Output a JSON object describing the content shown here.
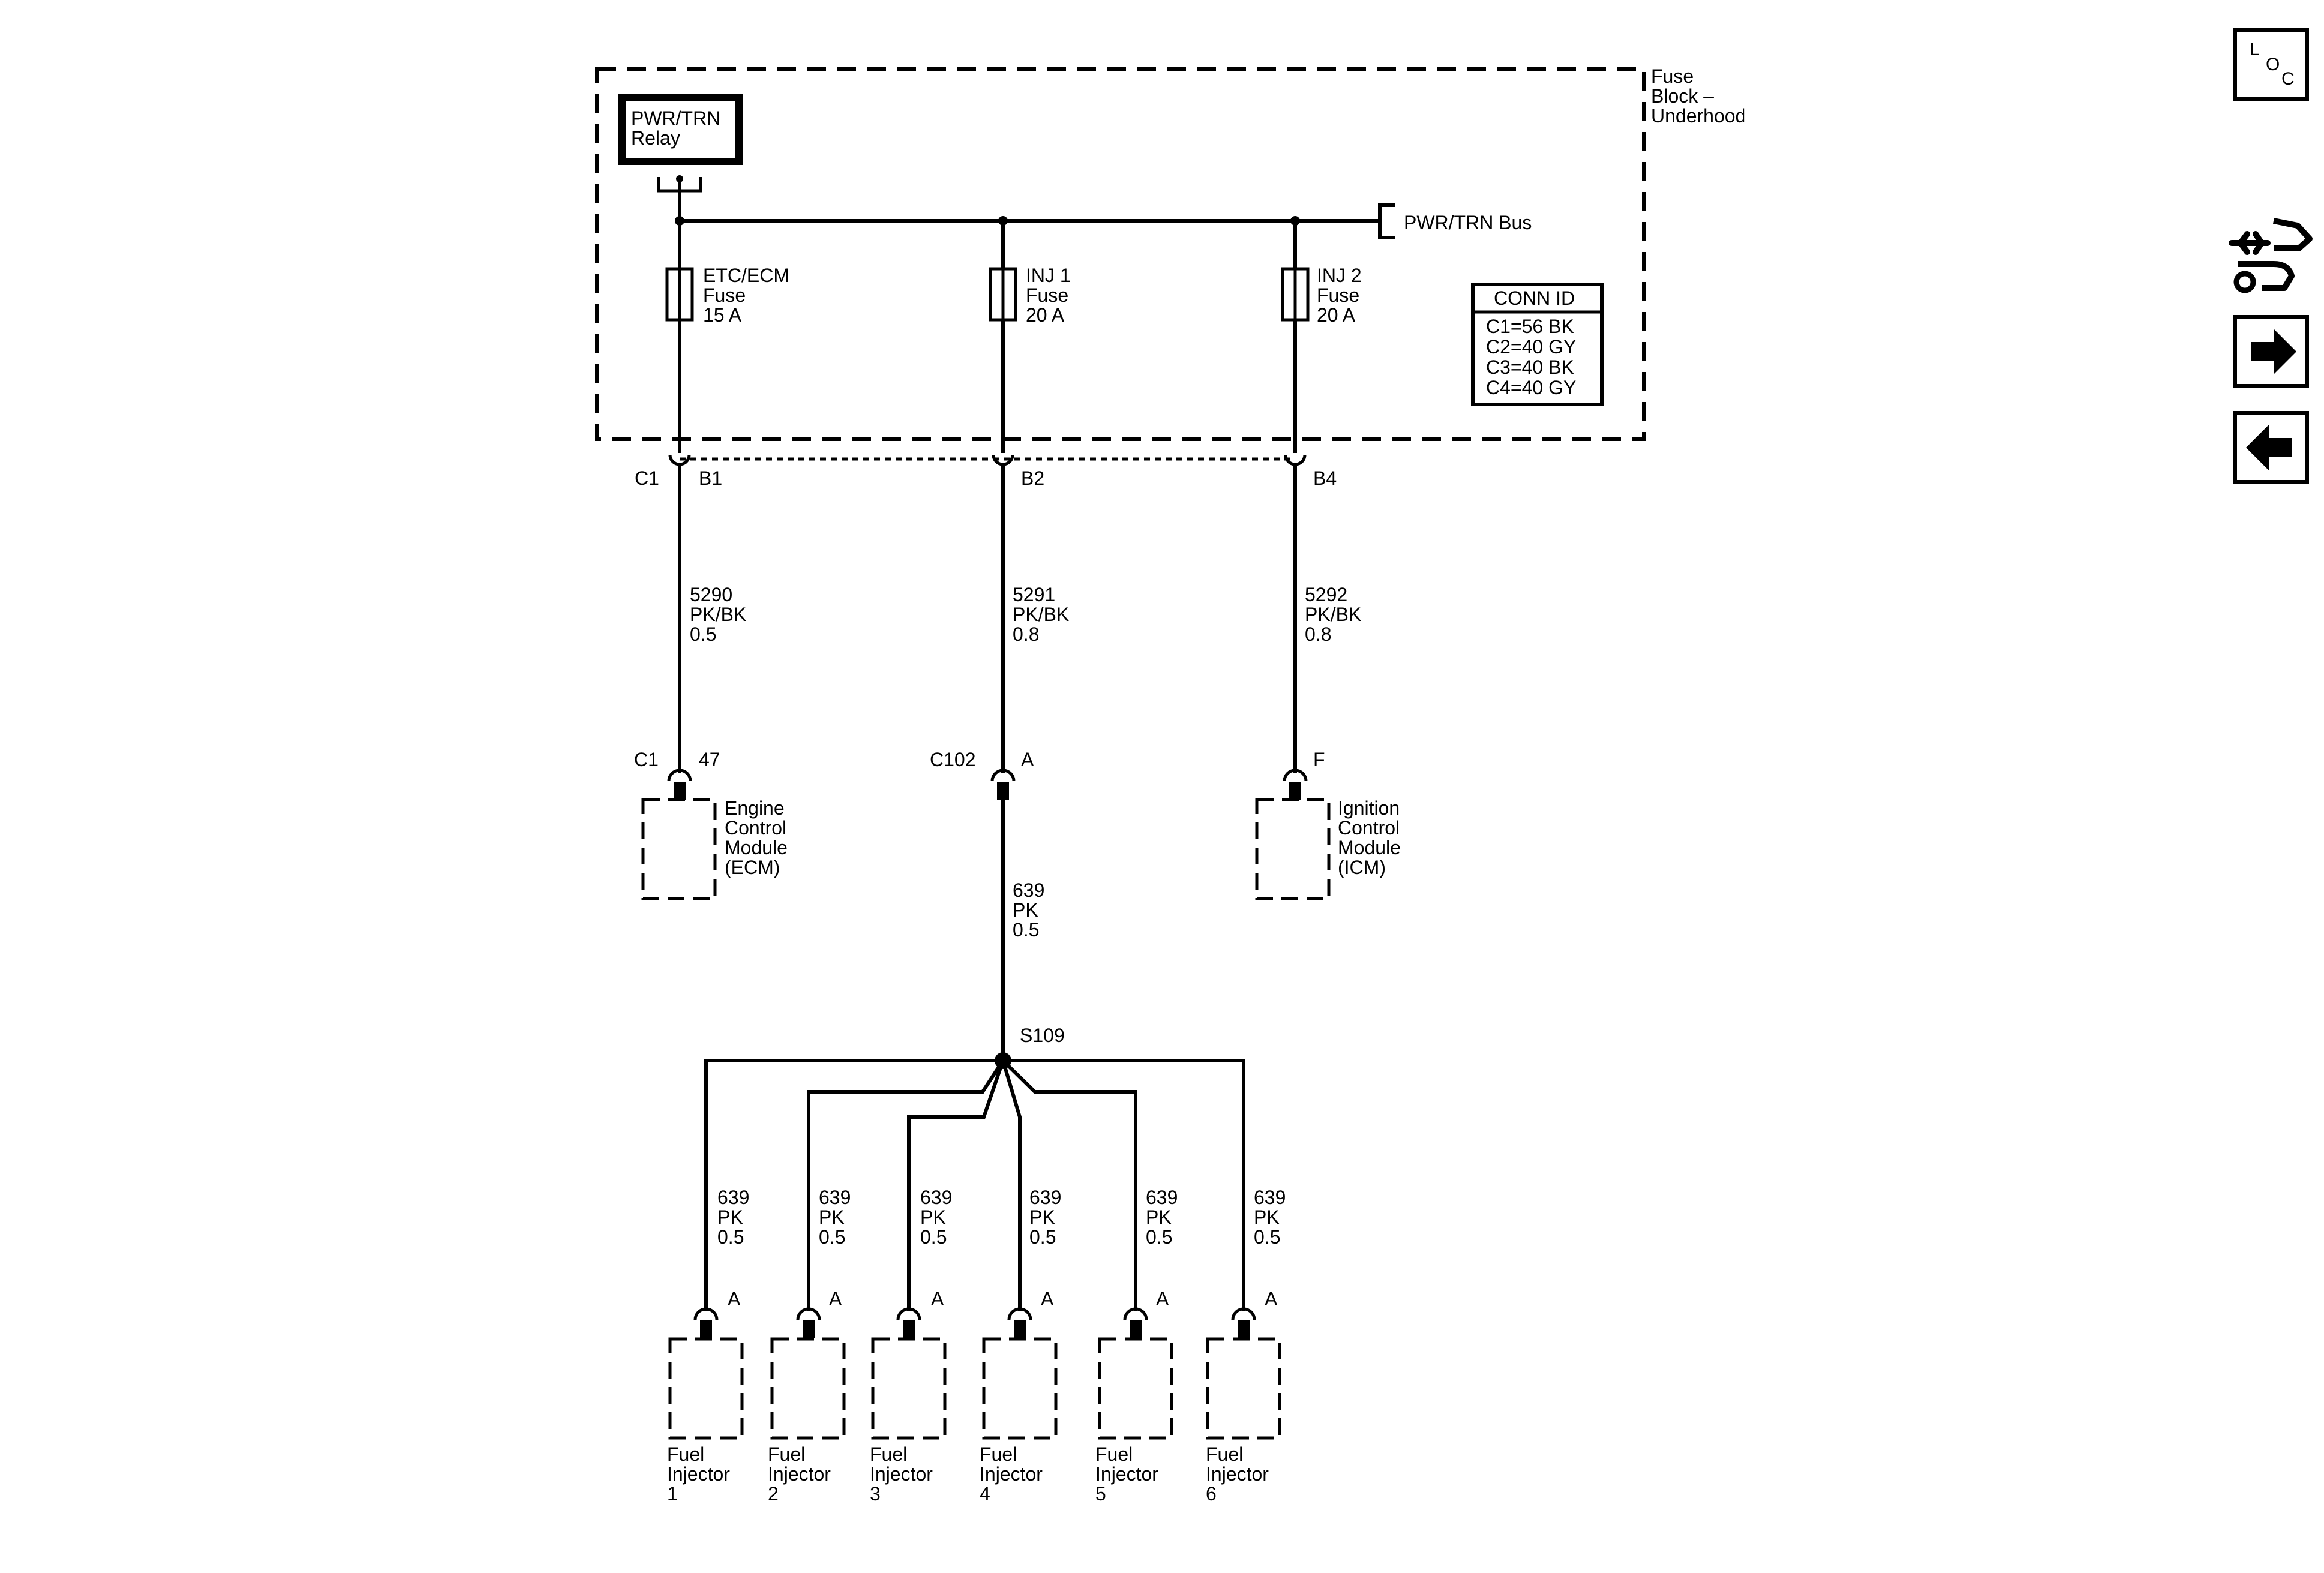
{
  "fuse_block": {
    "name_lines": [
      "Fuse",
      "Block –",
      "Underhood"
    ]
  },
  "relay": {
    "lines": [
      "PWR/TRN",
      "Relay"
    ]
  },
  "bus": {
    "label": "PWR/TRN Bus"
  },
  "fuses": [
    {
      "lines": [
        "ETC/ECM",
        "Fuse",
        "15 A"
      ],
      "conn": "C1",
      "pin": "B1"
    },
    {
      "lines": [
        "INJ 1",
        "Fuse",
        "20 A"
      ],
      "conn": "",
      "pin": "B2"
    },
    {
      "lines": [
        "INJ 2",
        "Fuse",
        "20 A"
      ],
      "conn": "",
      "pin": "B4"
    }
  ],
  "conn_id": {
    "title": "CONN ID",
    "rows": [
      "C1=56 BK",
      "C2=40 GY",
      "C3=40 BK",
      "C4=40 GY"
    ]
  },
  "circuits": [
    {
      "lines": [
        "5290",
        "PK/BK",
        "0.5"
      ]
    },
    {
      "lines": [
        "5291",
        "PK/BK",
        "0.8"
      ]
    },
    {
      "lines": [
        "5292",
        "PK/BK",
        "0.8"
      ]
    }
  ],
  "ecm": {
    "conn": "C1",
    "pin": "47",
    "lines": [
      "Engine",
      "Control",
      "Module",
      "(ECM)"
    ]
  },
  "c102": {
    "conn": "C102",
    "pin": "A"
  },
  "icm": {
    "pin": "F",
    "lines": [
      "Ignition",
      "Control",
      "Module",
      "(ICM)"
    ]
  },
  "c102_circuit": {
    "lines": [
      "639",
      "PK",
      "0.5"
    ]
  },
  "splice": {
    "label": "S109"
  },
  "injectors": [
    {
      "pin": "A",
      "wire": [
        "639",
        "PK",
        "0.5"
      ],
      "lines": [
        "Fuel",
        "Injector",
        "1"
      ]
    },
    {
      "pin": "A",
      "wire": [
        "639",
        "PK",
        "0.5"
      ],
      "lines": [
        "Fuel",
        "Injector",
        "2"
      ]
    },
    {
      "pin": "A",
      "wire": [
        "639",
        "PK",
        "0.5"
      ],
      "lines": [
        "Fuel",
        "Injector",
        "3"
      ]
    },
    {
      "pin": "A",
      "wire": [
        "639",
        "PK",
        "0.5"
      ],
      "lines": [
        "Fuel",
        "Injector",
        "4"
      ]
    },
    {
      "pin": "A",
      "wire": [
        "639",
        "PK",
        "0.5"
      ],
      "lines": [
        "Fuel",
        "Injector",
        "5"
      ]
    },
    {
      "pin": "A",
      "wire": [
        "639",
        "PK",
        "0.5"
      ],
      "lines": [
        "Fuel",
        "Injector",
        "6"
      ]
    }
  ],
  "nav": {
    "loc": {
      "letters": [
        "L",
        "O",
        "C"
      ],
      "icon": "location-icon"
    },
    "tools_icon": "wrench-hand-icon",
    "next_icon": "arrow-right-icon",
    "prev_icon": "arrow-left-icon"
  }
}
